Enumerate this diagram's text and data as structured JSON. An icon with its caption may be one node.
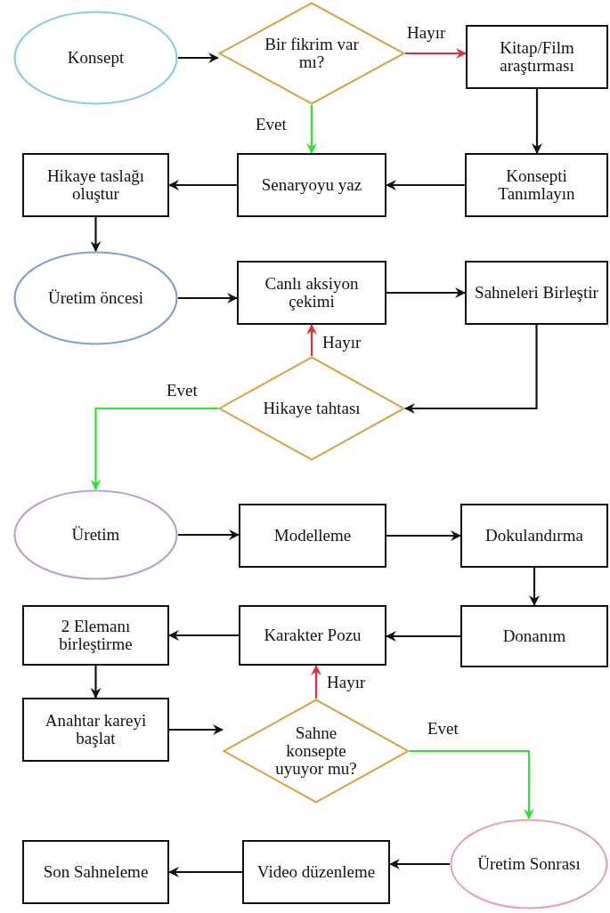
{
  "diagram": {
    "nodes": [
      {
        "text": [
          "Konsept"
        ]
      },
      {
        "text": [
          "Bir fikrim var mı?"
        ]
      },
      {
        "text": [
          "Kitap/Film araştırması"
        ]
      },
      {
        "text": [
          "Hikaye taslağı oluştur"
        ]
      },
      {
        "text": [
          "Senaryoyu yaz"
        ]
      },
      {
        "text": [
          "Konsepti Tanımlayın"
        ]
      },
      {
        "text": [
          "Üretim öncesi"
        ]
      },
      {
        "text": [
          "Canlı aksiyon çekimi"
        ]
      },
      {
        "text": [
          "Sahneleri Birleştir"
        ]
      },
      {
        "text": [
          "Hikaye tahtası"
        ]
      },
      {
        "text": [
          "Üretim"
        ]
      },
      {
        "text": [
          "Modelleme"
        ]
      },
      {
        "text": [
          "Dokulandırma"
        ]
      },
      {
        "text": [
          "2 Elemanı birleştirme"
        ]
      },
      {
        "text": [
          "Karakter Pozu"
        ]
      },
      {
        "text": [
          "Donanım"
        ]
      },
      {
        "text": [
          "Anahtar kareyi başlat"
        ]
      },
      {
        "text": [
          "Sahne konsepte uyuyor mu?"
        ]
      },
      {
        "text": [
          "Üretim Sonrası"
        ]
      },
      {
        "text": [
          "Video düzenleme"
        ]
      },
      {
        "text": [
          "Son Sahneleme"
        ]
      }
    ],
    "edges": [
      {
        "from": 0,
        "to": 1,
        "arrow": "to"
      },
      {
        "from": 1,
        "to": 2,
        "arrow": "to",
        "label": "Hayır",
        "color": "#e0303a"
      },
      {
        "from": 1,
        "to": 4,
        "arrow": "to",
        "label": "Evet",
        "color": "#33dd33"
      },
      {
        "from": 2,
        "to": 5,
        "arrow": "to"
      },
      {
        "from": 5,
        "to": 4,
        "arrow": "to"
      },
      {
        "from": 4,
        "to": 3,
        "arrow": "to"
      },
      {
        "from": 3,
        "to": 6,
        "arrow": "to"
      },
      {
        "from": 6,
        "to": 7,
        "arrow": "to"
      },
      {
        "from": 7,
        "to": 8,
        "arrow": "to"
      },
      {
        "from": 8,
        "to": 9,
        "arrow": "to"
      },
      {
        "from": 9,
        "to": 7,
        "arrow": "to",
        "label": "Hayır",
        "color": "#e0303a"
      },
      {
        "from": 9,
        "to": 10,
        "arrow": "to",
        "label": "Evet",
        "color": "#33dd33"
      },
      {
        "from": 10,
        "to": 11,
        "arrow": "to"
      },
      {
        "from": 11,
        "to": 12,
        "arrow": "to"
      },
      {
        "from": 12,
        "to": 15,
        "arrow": "to"
      },
      {
        "from": 15,
        "to": 14,
        "arrow": "to"
      },
      {
        "from": 14,
        "to": 13,
        "arrow": "to"
      },
      {
        "from": 13,
        "to": 16,
        "arrow": "to"
      },
      {
        "from": 16,
        "to": 17,
        "arrow": "to"
      },
      {
        "from": 17,
        "to": 14,
        "arrow": "to",
        "label": "Hayır",
        "color": "#e0303a"
      },
      {
        "from": 17,
        "to": 18,
        "arrow": "to",
        "label": "Evet",
        "color": "#33dd33"
      },
      {
        "from": 18,
        "to": 19,
        "arrow": "to"
      },
      {
        "from": 19,
        "to": 20,
        "arrow": "to"
      }
    ]
  }
}
